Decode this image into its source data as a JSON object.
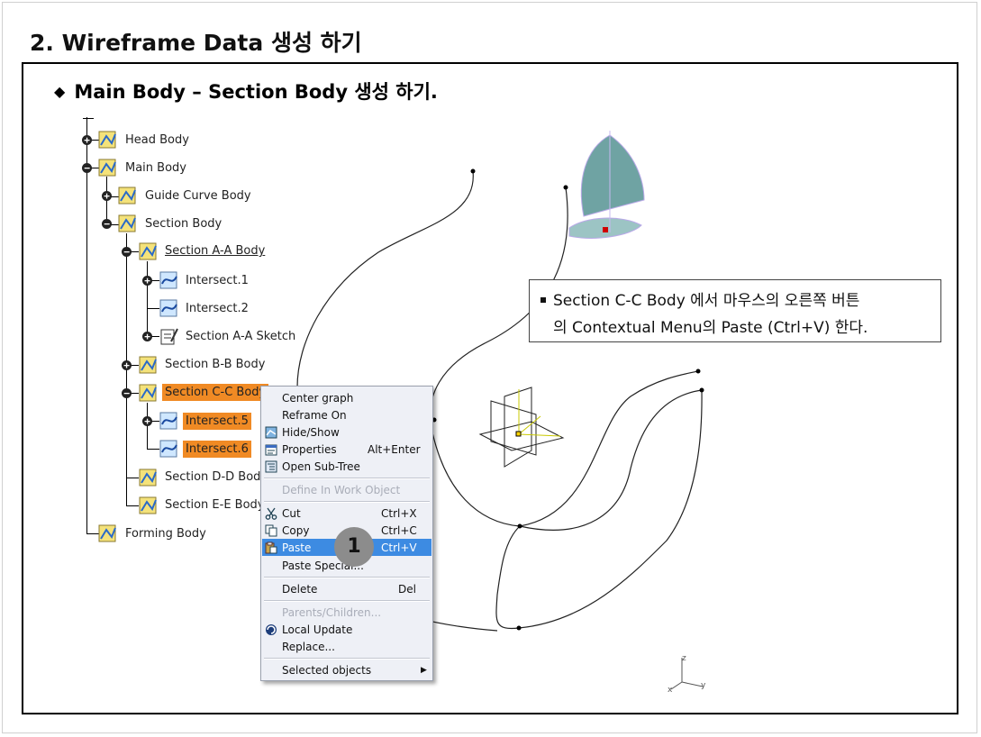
{
  "page_title": "2. Wireframe Data 생성 하기",
  "subtitle": "Main Body – Section Body 생성 하기.",
  "tree": {
    "head_body": "Head Body",
    "main_body": "Main Body",
    "guide_curve_body": "Guide Curve Body",
    "section_body": "Section Body",
    "section_aa_body": "Section A-A Body",
    "intersect1": "Intersect.1",
    "intersect2": "Intersect.2",
    "section_aa_sketch": "Section A-A Sketch",
    "section_bb_body": "Section B-B Body",
    "section_cc_body": "Section C-C Body",
    "intersect5": "Intersect.5",
    "intersect6": "Intersect.6",
    "section_dd_body": "Section D-D Body",
    "section_ee_body": "Section E-E Body",
    "forming_body": "Forming Body"
  },
  "context_menu": {
    "center_graph": "Center graph",
    "reframe_on": "Reframe On",
    "hide_show": "Hide/Show",
    "properties": "Properties",
    "properties_key": "Alt+Enter",
    "open_subtree": "Open Sub-Tree",
    "define_in_work_object": "Define In Work Object",
    "cut": "Cut",
    "cut_key": "Ctrl+X",
    "copy": "Copy",
    "copy_key": "Ctrl+C",
    "paste": "Paste",
    "paste_key": "Ctrl+V",
    "paste_special": "Paste Special...",
    "delete": "Delete",
    "delete_key": "Del",
    "parents_children": "Parents/Children...",
    "local_update": "Local Update",
    "replace": "Replace...",
    "selected_objects": "Selected objects"
  },
  "step_marker": "1",
  "callout": {
    "line1": "Section C-C Body 에서 마우스의 오른쪽 버튼",
    "line2": "의 Contextual Menu의 Paste (Ctrl+V) 한다."
  },
  "axis_labels": {
    "z": "z",
    "x": "x",
    "y": "y"
  },
  "colors": {
    "highlight": "#f08a24",
    "menu_selected": "#3d8be2",
    "surface": "#6fa3a3"
  }
}
